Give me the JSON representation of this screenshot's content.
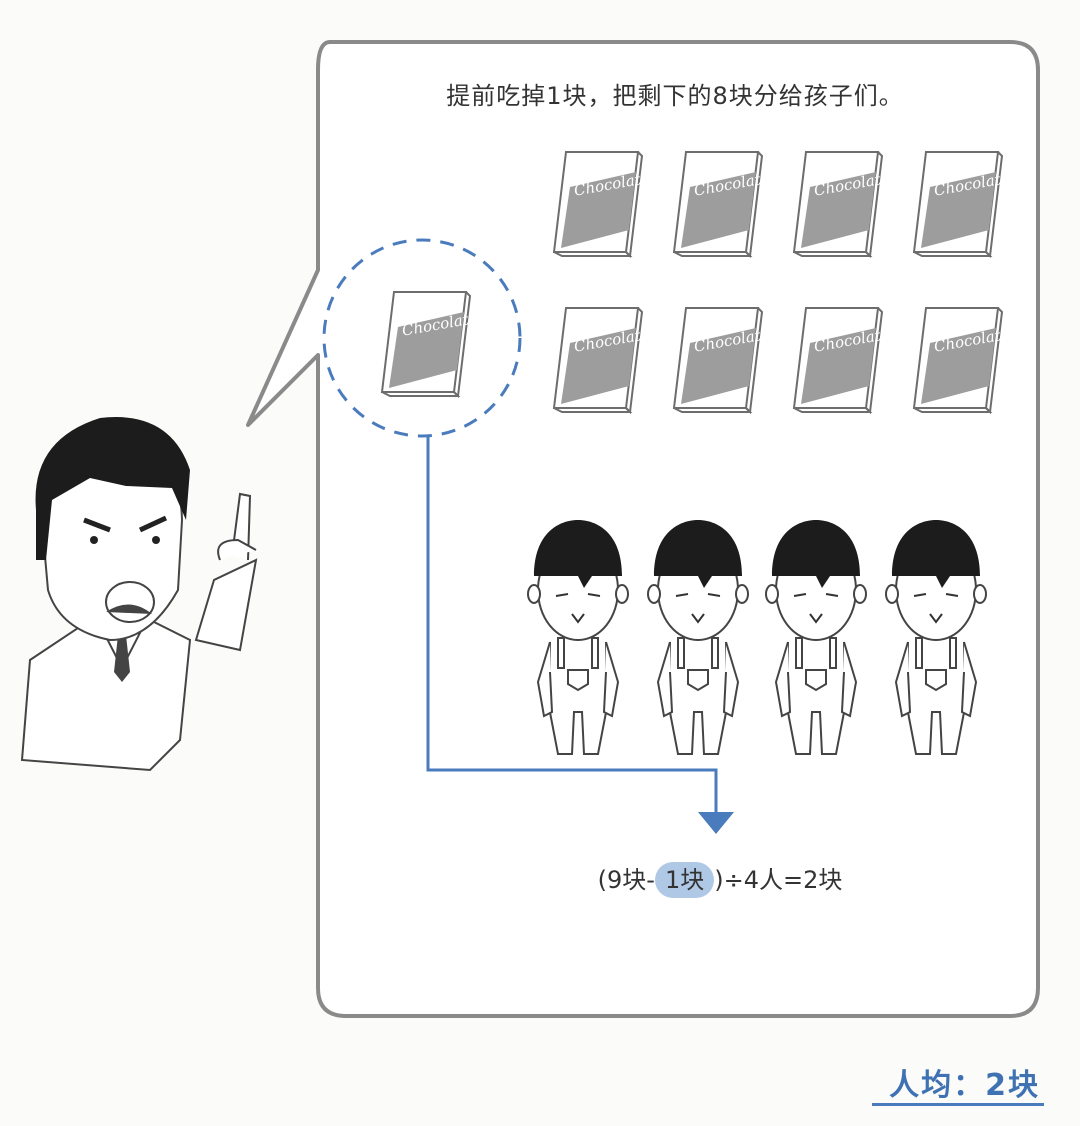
{
  "caption": "提前吃掉1块，把剩下的8块分给孩子们。",
  "chocolate_label": "Chocolates",
  "equation": {
    "open": "(9块",
    "minus": "-",
    "highlighted_term": "1块",
    "rest": ")÷4人=2块"
  },
  "summary": {
    "label": "人均：",
    "value": "2块"
  },
  "colors": {
    "accent": "#4a7bbd",
    "highlight": "#8fb2de",
    "outline": "#8a8a8a",
    "chocolate_gray": "#9a9a9a"
  }
}
